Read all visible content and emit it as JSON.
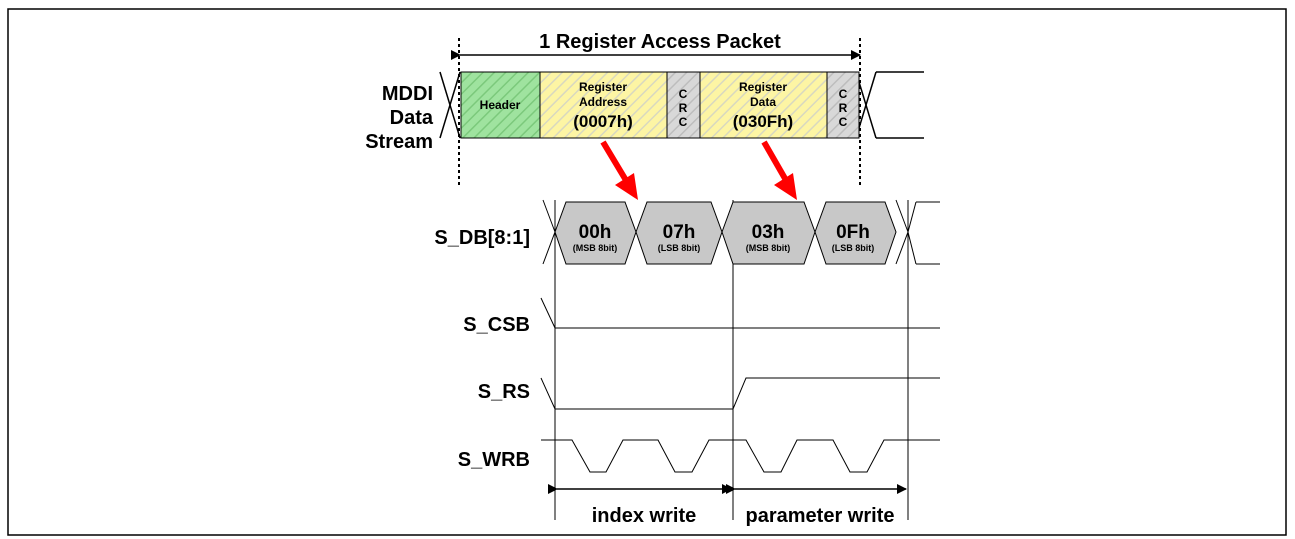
{
  "packet_title": "1 Register Access Packet",
  "stream_label": [
    "MDDI",
    "Data",
    "Stream"
  ],
  "segments": {
    "header": "Header",
    "reg_address": [
      "Register",
      "Address",
      "(0007h)"
    ],
    "crc1": [
      "C",
      "R",
      "C"
    ],
    "reg_data": [
      "Register",
      "Data",
      "(030Fh)"
    ],
    "crc2": [
      "C",
      "R",
      "C"
    ]
  },
  "signals": {
    "db": "S_DB[8:1]",
    "csb": "S_CSB",
    "rs": "S_RS",
    "wrb": "S_WRB"
  },
  "bytes": [
    {
      "value": "00h",
      "sub": "(MSB 8bit)"
    },
    {
      "value": "07h",
      "sub": "(LSB 8bit)"
    },
    {
      "value": "03h",
      "sub": "(MSB 8bit)"
    },
    {
      "value": "0Fh",
      "sub": "(LSB 8bit)"
    }
  ],
  "phases": {
    "index": "index write",
    "parameter": "parameter write"
  },
  "colors": {
    "header_fill": "#9fe39f",
    "data_fill": "#fdf5a4",
    "crc_fill": "#d4d4d4",
    "byte_fill": "#c8c8c8",
    "arrow": "#ff0000"
  }
}
